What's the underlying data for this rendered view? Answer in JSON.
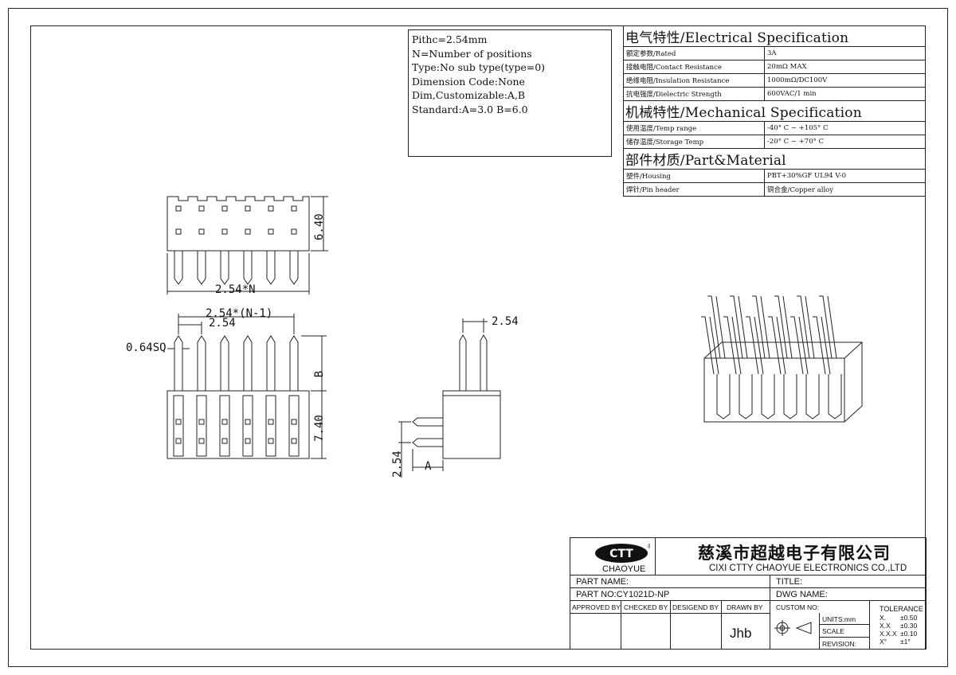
{
  "notes": {
    "lines": [
      "Pithc=2.54mm",
      "N=Number of positions",
      "Type:No sub type(type=0)",
      "Dimension Code:None",
      "Dim,Customizable:A,B",
      "Standard:A=3.0 B=6.0"
    ]
  },
  "spec": {
    "electrical_title": "电气特性/Electrical Specification",
    "electrical": [
      {
        "label": "额定参数/Rated",
        "value": "3A"
      },
      {
        "label": "接触电阻/Contact Resistance",
        "value": "20mΩ MAX"
      },
      {
        "label": "绝缘电阻/Insulation Resistance",
        "value": "1000mΩ/DC100V"
      },
      {
        "label": "抗电强度/Dielectric Strength",
        "value": "600VAC/1 min"
      }
    ],
    "mechanical_title": "机械特性/Mechanical Specification",
    "mechanical": [
      {
        "label": "使用温度/Temp range",
        "value": "-40° C ~ +105° C"
      },
      {
        "label": "储存温度/Storage Temp",
        "value": "-20° C ~ +70° C"
      }
    ],
    "material_title": "部件材质/Part&Material",
    "material": [
      {
        "label": "塑件/Housing",
        "value": "PBT+30%GF  UL94  V-0"
      },
      {
        "label": "焊针/Pin header",
        "value": "铜合金/Copper alloy"
      }
    ]
  },
  "dimensions": {
    "height_top": "6.40",
    "width_n": "2.54*N",
    "width_n1": "2.54*(N-1)",
    "pitch_front": "2.54",
    "pin_size": "0.64SQ",
    "dim_b": "B",
    "height_body": "7.40",
    "pitch_side": "2.54",
    "row_pitch": "2.54",
    "dim_a": "A"
  },
  "title_block": {
    "logo_text": "CHAOYUE",
    "company_cn": "慈溪市超越电子有限公司",
    "company_en": "CIXI CTTY CHAOYUE ELECTRONICS CO.,LTD",
    "part_name_label": "PART NAME:",
    "title_label": "TITLE:",
    "part_no_label": "PART NO:CY1021D-NP",
    "dwg_name_label": "DWG NAME:",
    "approved_by": "APPROVED BY",
    "checked_by": "CHECKED BY",
    "designed_by": "DESIGEND BY",
    "drawn_by": "DRAWN BY",
    "custom_no": "CUSTOM NO:",
    "drawn_by_value": "Jhb",
    "units": "UNITS:mm",
    "scale": "SCALE",
    "revision": "REVISION:",
    "tolerance_title": "TOLERANCE",
    "tolerance": [
      {
        "k": "X.",
        "v": "±0.50"
      },
      {
        "k": "X.X",
        "v": "±0.30"
      },
      {
        "k": "X.X.X",
        "v": "±0.10"
      },
      {
        "k": "X°",
        "v": "±1°"
      }
    ]
  }
}
